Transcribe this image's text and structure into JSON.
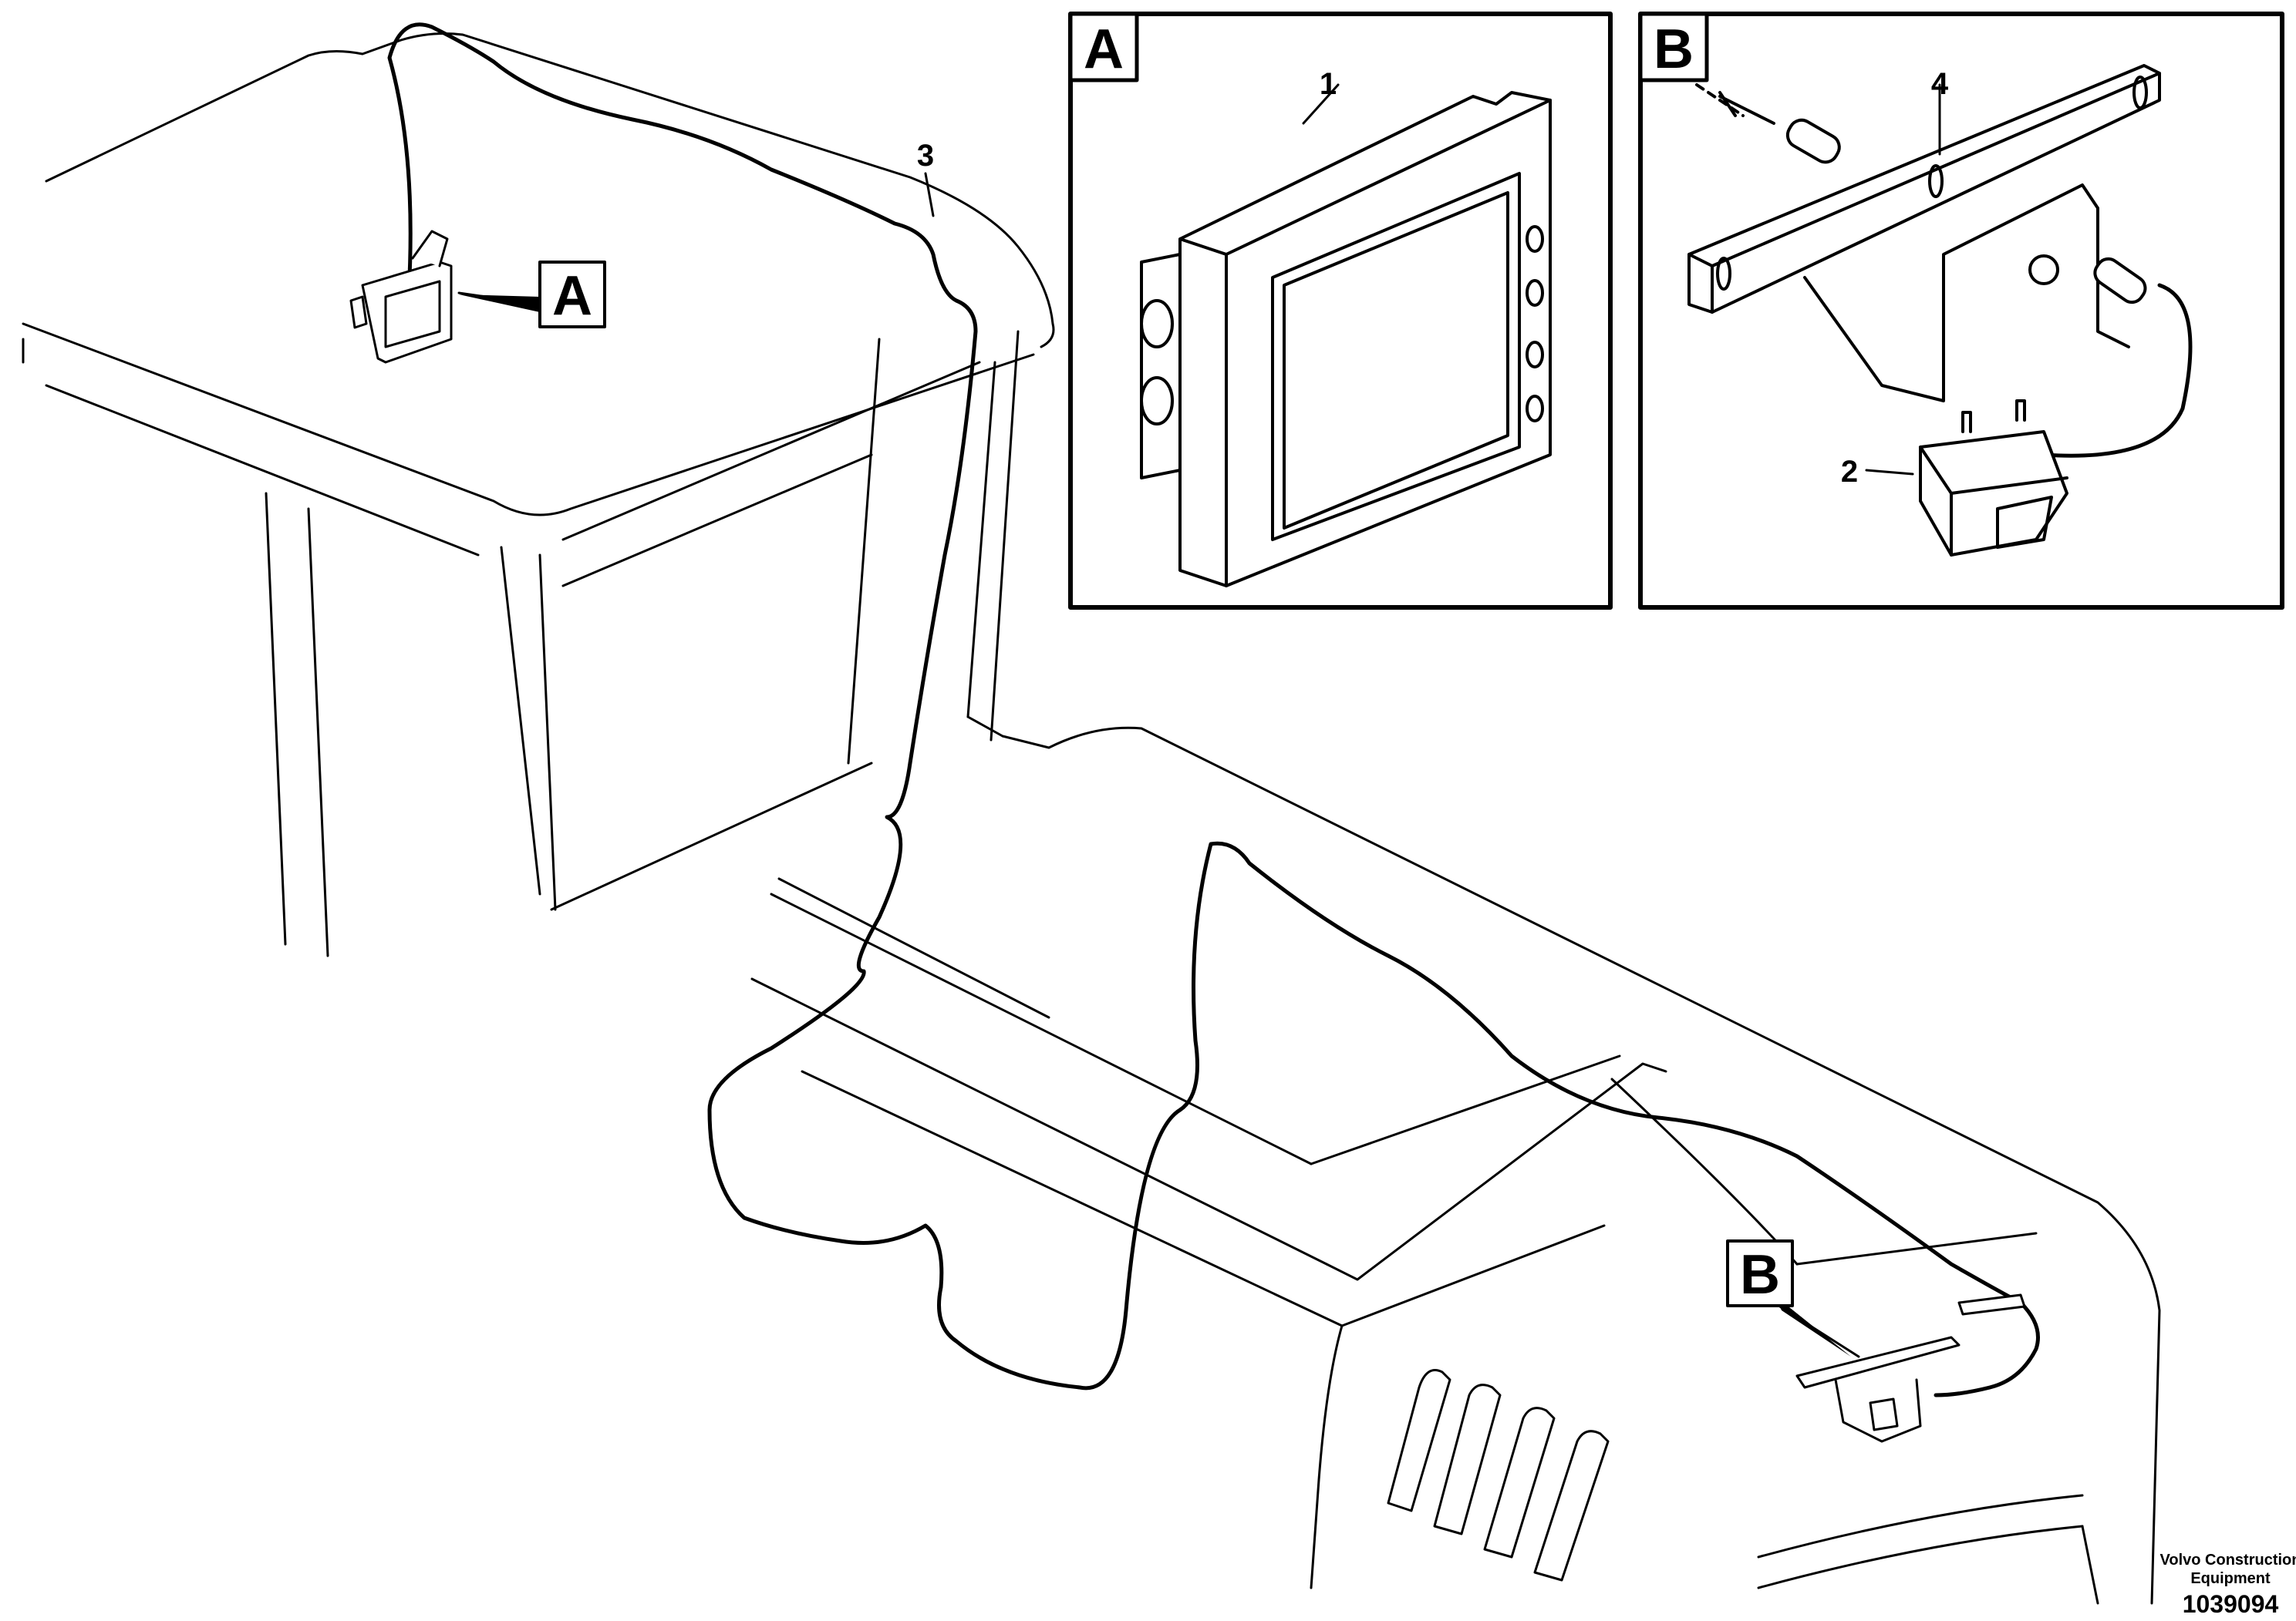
{
  "callouts": {
    "monitor": "1",
    "camera": "2",
    "cable": "3",
    "bracket": "4"
  },
  "detail_labels": {
    "a": "A",
    "b": "B"
  },
  "footer": {
    "brand_line1": "Volvo Construction",
    "brand_line2": "Equipment",
    "part_number": "1039094"
  }
}
